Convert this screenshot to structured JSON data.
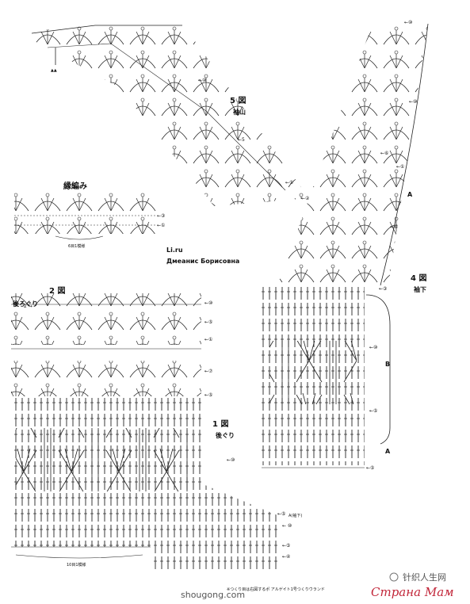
{
  "diagram": {
    "sections": [
      {
        "id": "part5",
        "number": "5 図",
        "name": "袖山"
      },
      {
        "id": "part2",
        "number": "2 図",
        "name": "後ろぐり"
      },
      {
        "id": "part1",
        "number": "1 図",
        "name": "後ぐり"
      },
      {
        "id": "part4",
        "number": "4 図",
        "name": "袖下"
      }
    ],
    "edging": {
      "title": "縁編み",
      "repeat_note": "6目1模様"
    },
    "credit": {
      "site": "Li.ru",
      "author": "Дмеанис Борисовна"
    },
    "bottom_note": "10目1模様",
    "row_labels": [
      "3",
      "2",
      "1",
      "5",
      "A",
      "B",
      "A"
    ],
    "mark_text": "A(袖下)",
    "footnote": "※つくり目は右図するポ アルゲイト1号つくりウランド",
    "watermarks": {
      "left": "shougong.com",
      "right_cn": "针织人生网",
      "right_ru": "Страна Мам"
    }
  }
}
